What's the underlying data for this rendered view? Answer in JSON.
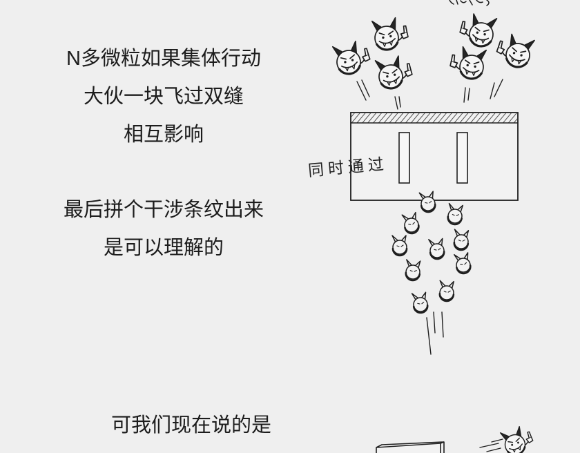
{
  "narration": {
    "block1": [
      "N多微粒如果集体行动",
      "大伙一块飞过双缝",
      "相互影响"
    ],
    "block2": [
      "最后拼个干涉条纹出来",
      "是可以理解的"
    ],
    "block3": [
      "可我们现在说的是"
    ]
  },
  "illustration": {
    "slit_label": "同时通过",
    "colors": {
      "background": "#efefef",
      "ink": "#1e1e1e"
    }
  }
}
